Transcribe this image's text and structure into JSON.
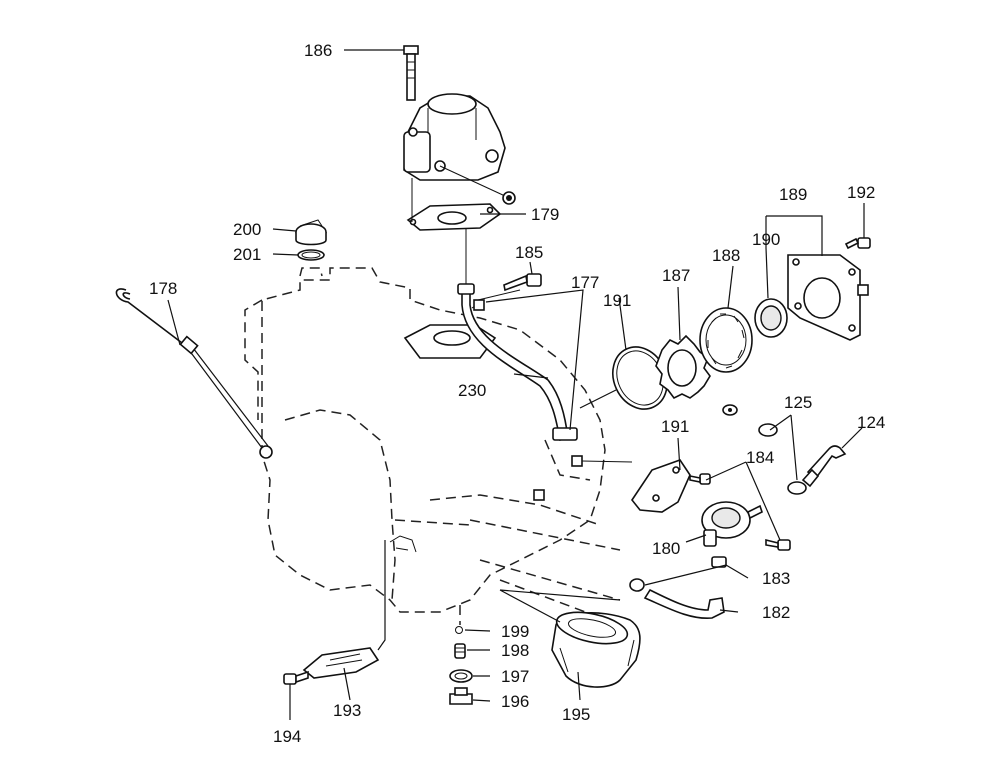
{
  "callouts": {
    "c124": "124",
    "c125": "125",
    "c177": "177",
    "c178": "178",
    "c179": "179",
    "c180": "180",
    "c182": "182",
    "c183": "183",
    "c184": "184",
    "c185": "185",
    "c186": "186",
    "c187": "187",
    "c188": "188",
    "c189": "189",
    "c190": "190",
    "c191a": "191",
    "c191b": "191",
    "c192": "192",
    "c193": "193",
    "c194": "194",
    "c195": "195",
    "c196": "196",
    "c197": "197",
    "c198": "198",
    "c199": "199",
    "c200": "200",
    "c201": "201",
    "c230": "230"
  }
}
